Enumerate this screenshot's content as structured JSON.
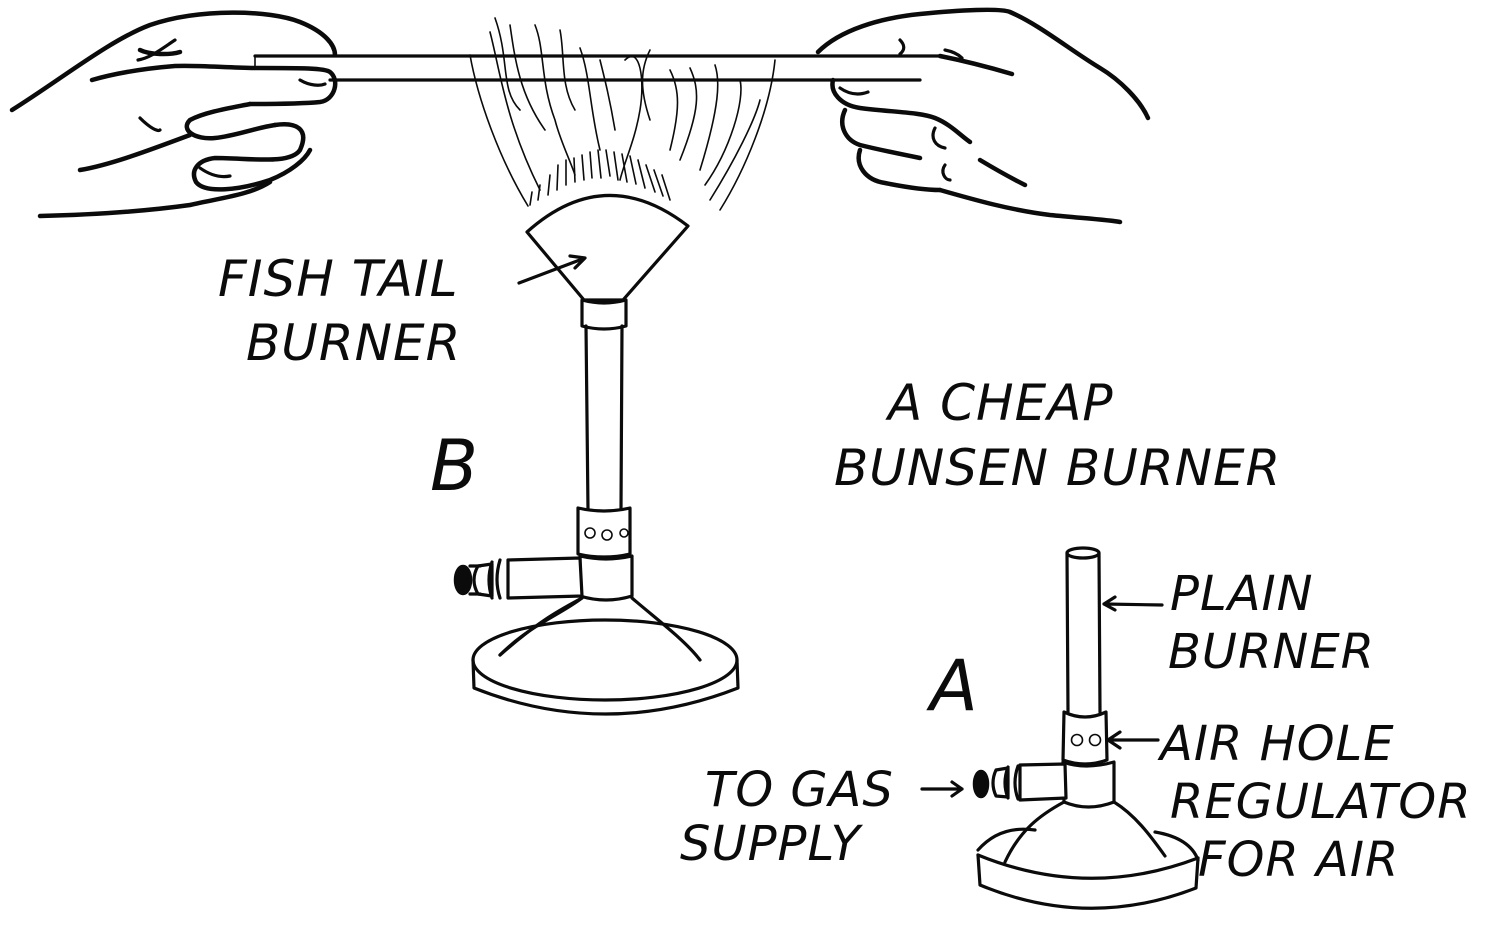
{
  "figure": {
    "title_line1": "A CHEAP",
    "title_line2": "BUNSEN BURNER",
    "colors": {
      "ink": "#0b0b0b",
      "paper": "#ffffff"
    }
  },
  "burner_b": {
    "letter": "B",
    "callout_line1": "FISH TAIL",
    "callout_line2": "BURNER"
  },
  "burner_a": {
    "letter": "A",
    "callouts": {
      "plain_burner_line1": "PLAIN",
      "plain_burner_line2": "BURNER",
      "air_hole": "AIR HOLE",
      "regulator_line1": "REGULATOR",
      "regulator_line2": "FOR AIR",
      "gas_line1": "TO GAS",
      "gas_line2": "SUPPLY"
    }
  }
}
